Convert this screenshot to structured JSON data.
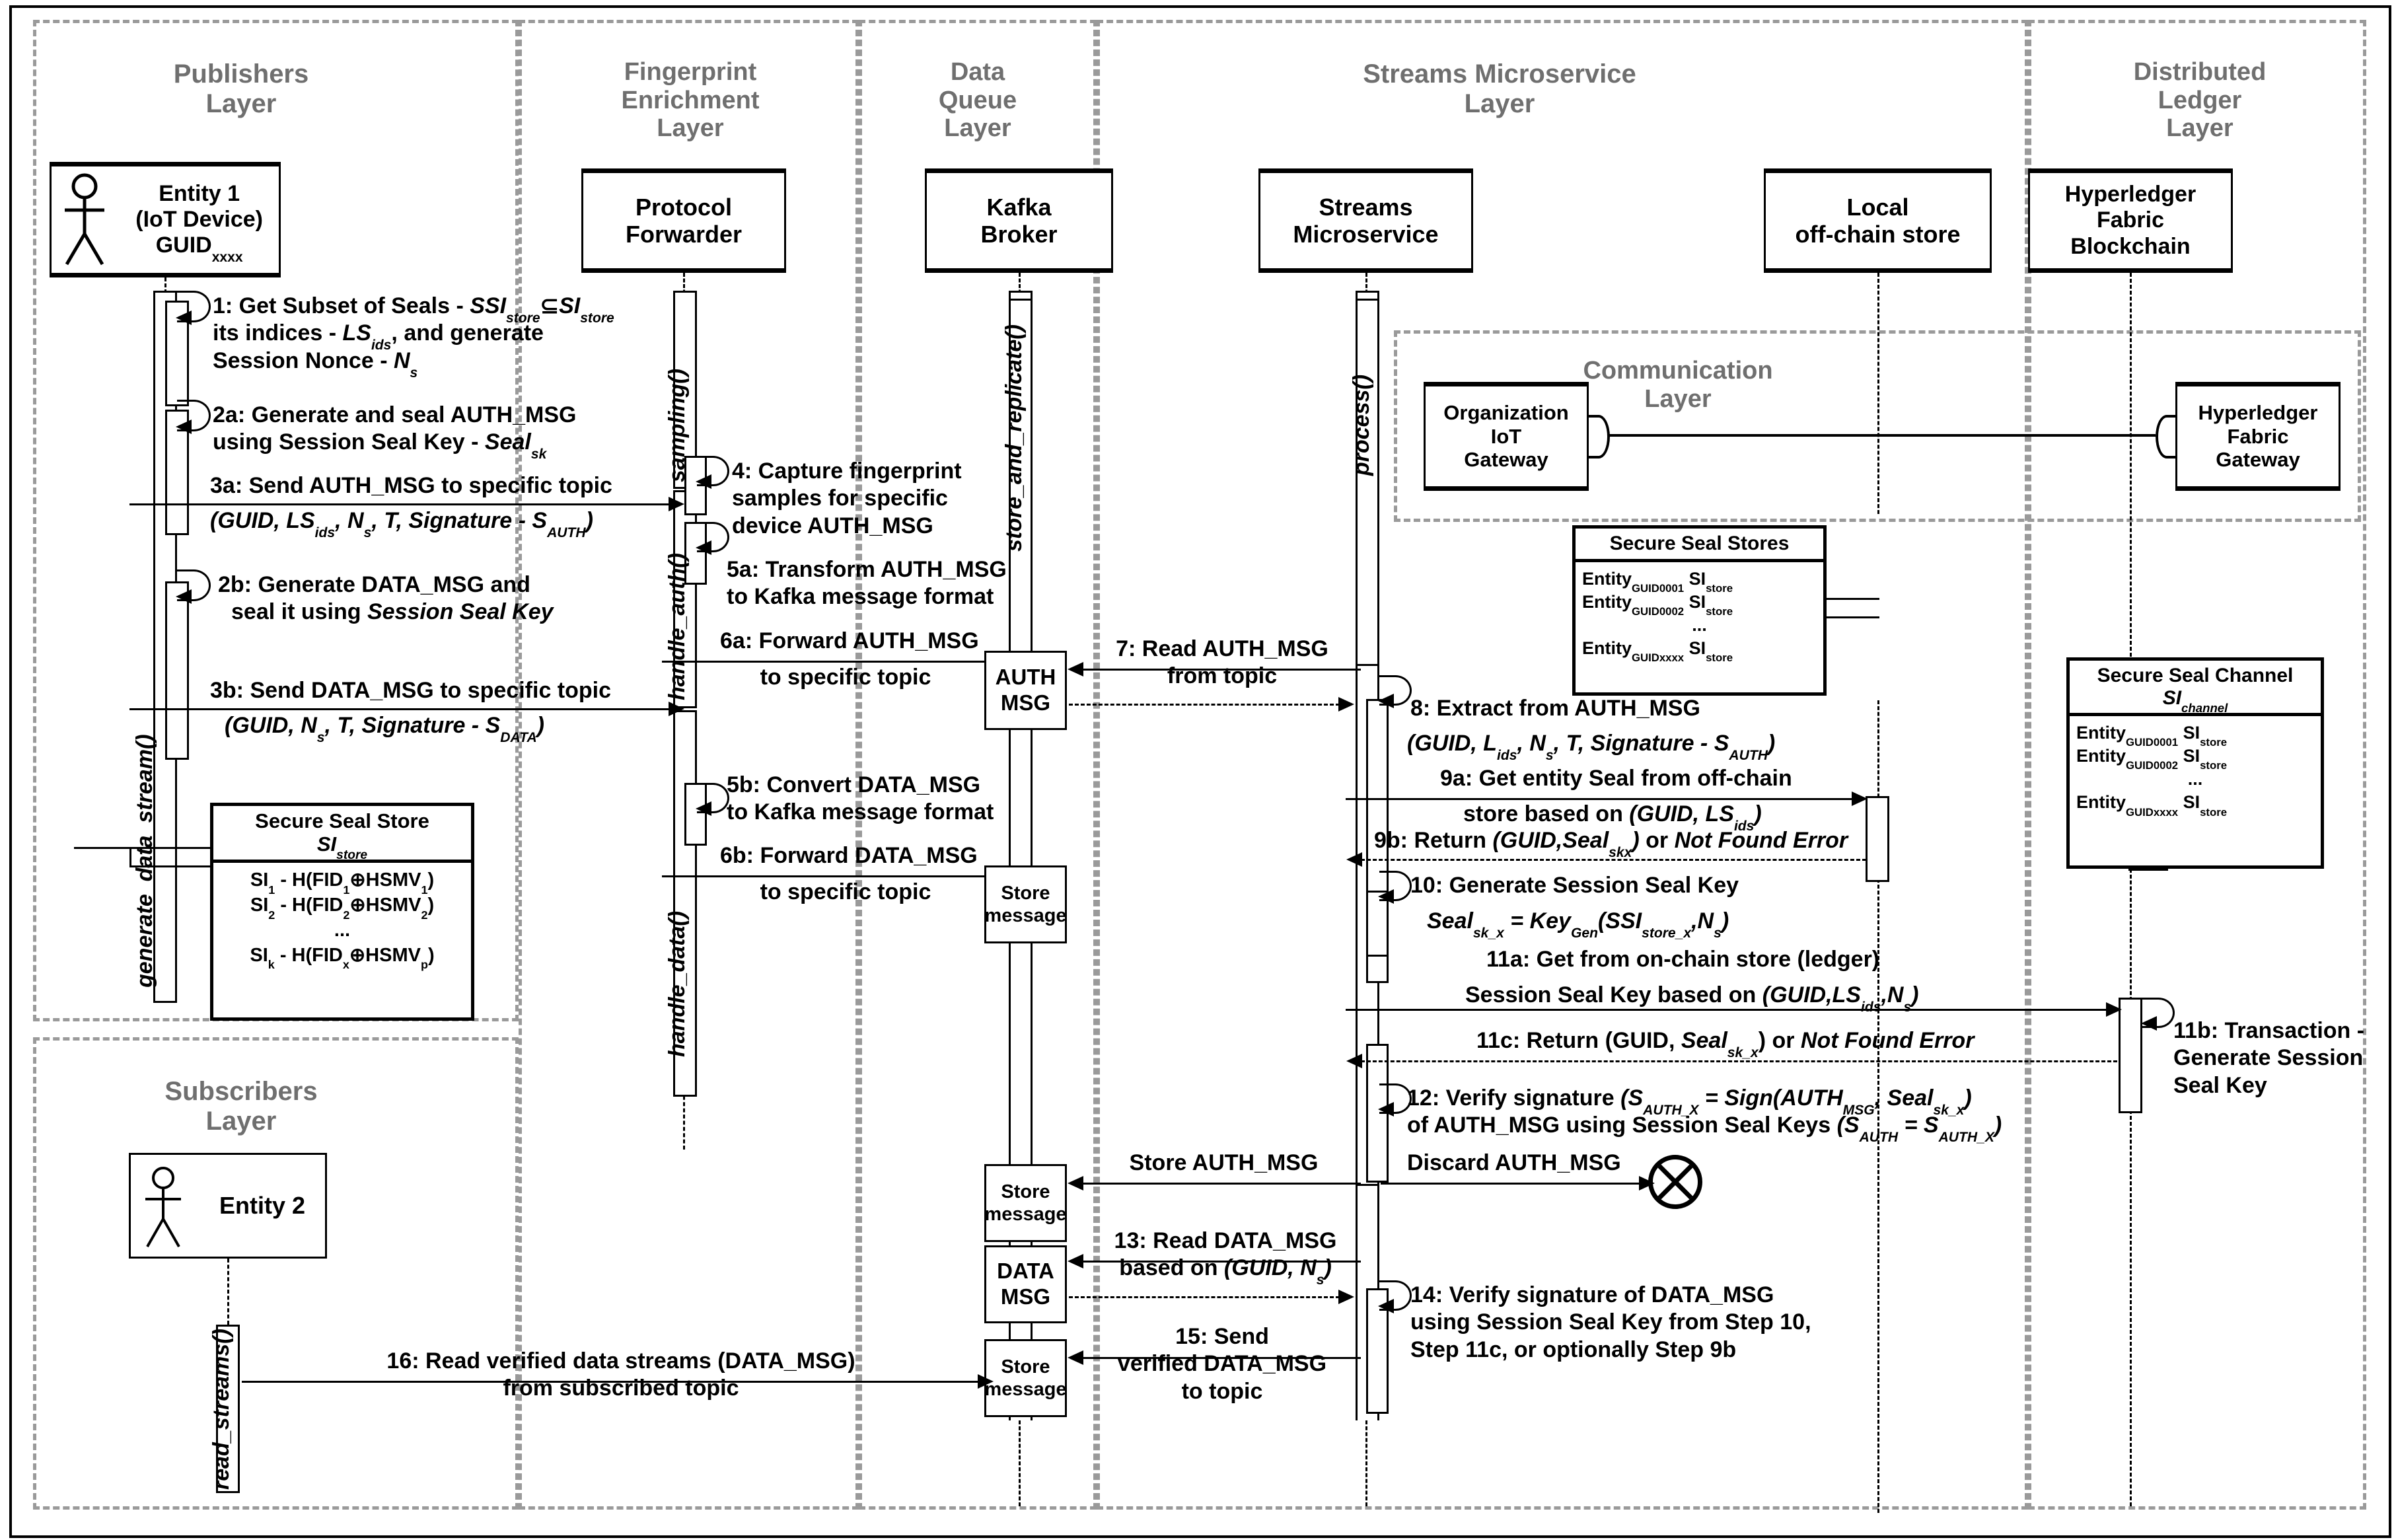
{
  "diagram": {
    "type": "uml-sequence-diagram",
    "title": "Blockchain-backed IoT data stream authentication sequence"
  },
  "layers": [
    {
      "id": "publishers",
      "title": "Publishers\nLayer"
    },
    {
      "id": "fingerprint",
      "title": "Fingerprint\nEnrichment\nLayer"
    },
    {
      "id": "dataqueue",
      "title": "Data\nQueue\nLayer"
    },
    {
      "id": "streams",
      "title": "Streams Microservice\nLayer"
    },
    {
      "id": "ledger",
      "title": "Distributed\nLedger\nLayer"
    },
    {
      "id": "subscribers",
      "title": "Subscribers\nLayer"
    },
    {
      "id": "communication",
      "title": "Communication\nLayer"
    }
  ],
  "layer_titles": {
    "publishers_l1": "Publishers",
    "publishers_l2": "Layer",
    "fingerprint_l1": "Fingerprint",
    "fingerprint_l2": "Enrichment",
    "fingerprint_l3": "Layer",
    "dataqueue_l1": "Data",
    "dataqueue_l2": "Queue",
    "dataqueue_l3": "Layer",
    "streams_l1": "Streams Microservice",
    "streams_l2": "Layer",
    "ledger_l1": "Distributed",
    "ledger_l2": "Ledger",
    "ledger_l3": "Layer",
    "subscribers_l1": "Subscribers",
    "subscribers_l2": "Layer",
    "communication_l1": "Communication",
    "communication_l2": "Layer"
  },
  "lifelines": [
    {
      "id": "entity1",
      "name_l1": "Entity 1",
      "name_l2": "(IoT Device)",
      "name_l3": "GUID",
      "name_l3_sub": "xxxx",
      "actor": true,
      "method": "generate_data_stream()"
    },
    {
      "id": "forwarder",
      "name_l1": "Protocol",
      "name_l2": "Forwarder",
      "actor": false,
      "methods": [
        "sampling()",
        "handle_auth()",
        "handle_data()"
      ]
    },
    {
      "id": "kafka",
      "name_l1": "Kafka",
      "name_l2": "Broker",
      "actor": false,
      "method": "store_and_replicate()"
    },
    {
      "id": "streams",
      "name_l1": "Streams",
      "name_l2": "Microservice",
      "actor": false,
      "method": "process()"
    },
    {
      "id": "offchain",
      "name_l1": "Local",
      "name_l2": "off-chain store",
      "actor": false
    },
    {
      "id": "fabric",
      "name_l1": "Hyperledger",
      "name_l2": "Fabric",
      "name_l3": "Blockchain",
      "actor": false
    },
    {
      "id": "entity2",
      "name_l1": "Entity 2",
      "actor": true,
      "method": "read_streams()"
    }
  ],
  "gateways": [
    {
      "id": "iot-gateway",
      "l1": "Organization",
      "l2": "IoT",
      "l3": "Gateway"
    },
    {
      "id": "fabric-gateway",
      "l1": "Hyperledger",
      "l2": "Fabric",
      "l3": "Gateway"
    }
  ],
  "messages": [
    {
      "num": "1",
      "kind": "self",
      "lines": [
        "1: Get Subset of Seals - SSI_store ⊆ SI_store",
        "its indices - LS_ids, and generate",
        "Session Nonce - N_s"
      ]
    },
    {
      "num": "2a",
      "kind": "self",
      "lines": [
        "2a: Generate and seal AUTH_MSG",
        "using Session Seal Key - Seal_sk"
      ]
    },
    {
      "num": "3a",
      "kind": "sync",
      "lines": [
        "3a: Send AUTH_MSG to specific topic",
        "(GUID, LS_ids, N_s, T, Signature - S_AUTH)"
      ]
    },
    {
      "num": "2b",
      "kind": "self",
      "lines": [
        "2b: Generate DATA_MSG and",
        "seal it using Session Seal Key"
      ]
    },
    {
      "num": "3b",
      "kind": "sync",
      "lines": [
        "3b: Send DATA_MSG to specific topic",
        "(GUID, N_s, T, Signature - S_DATA)"
      ]
    },
    {
      "num": "4",
      "kind": "self",
      "lines": [
        "4: Capture fingerprint",
        "samples for specific",
        "device AUTH_MSG"
      ]
    },
    {
      "num": "5a",
      "kind": "self",
      "lines": [
        "5a: Transform AUTH_MSG",
        "to Kafka message format"
      ]
    },
    {
      "num": "6a",
      "kind": "sync",
      "lines": [
        "6a: Forward AUTH_MSG",
        "to specific topic"
      ]
    },
    {
      "num": "5b",
      "kind": "self",
      "lines": [
        "5b: Convert DATA_MSG",
        "to Kafka message format"
      ]
    },
    {
      "num": "6b",
      "kind": "sync",
      "lines": [
        "6b: Forward DATA_MSG",
        "to specific topic"
      ]
    },
    {
      "num": "7",
      "kind": "sync",
      "lines": [
        "7: Read AUTH_MSG",
        "from topic"
      ]
    },
    {
      "num": "8",
      "kind": "self",
      "lines": [
        "8: Extract from AUTH_MSG",
        "(GUID, L_ids, N_s, T, Signature - S_AUTH)"
      ]
    },
    {
      "num": "9a",
      "kind": "sync",
      "lines": [
        "9a: Get entity Seal from off-chain",
        "store based on (GUID, LS_ids)"
      ]
    },
    {
      "num": "9b",
      "kind": "return",
      "lines": [
        "9b: Return (GUID,Seal_skx) or Not Found Error"
      ]
    },
    {
      "num": "10",
      "kind": "self",
      "lines": [
        "10: Generate Session Seal Key",
        "Seal_sk_x = Key_Gen(SSI_store_x, N_s)"
      ]
    },
    {
      "num": "11a",
      "kind": "sync",
      "lines": [
        "11a: Get from on-chain store (ledger)",
        "Session Seal Key based on (GUID,LS_ids,N_s)"
      ]
    },
    {
      "num": "11b",
      "kind": "self",
      "lines": [
        "11b: Transaction -",
        "Generate Session",
        "Seal Key"
      ]
    },
    {
      "num": "11c",
      "kind": "return",
      "lines": [
        "11c: Return (GUID, Seal_sk_x) or Not Found Error"
      ]
    },
    {
      "num": "12",
      "kind": "self",
      "lines": [
        "12: Verify signature (S_AUTH_X = Sign(AUTH_MSG, Seal_sk_x)",
        "of AUTH_MSG using Session Seal Keys (S_AUTH = S_AUTH_X)"
      ]
    },
    {
      "num": "",
      "kind": "sync",
      "lines": [
        "Store AUTH_MSG"
      ]
    },
    {
      "num": "",
      "kind": "destroy",
      "lines": [
        "Discard AUTH_MSG"
      ]
    },
    {
      "num": "13",
      "kind": "sync",
      "lines": [
        "13: Read DATA_MSG",
        "based on (GUID, N_s)"
      ]
    },
    {
      "num": "14",
      "kind": "self",
      "lines": [
        "14: Verify signature of DATA_MSG",
        "using Session Seal Key from Step 10,",
        "Step 11c, or optionally Step 9b"
      ]
    },
    {
      "num": "15",
      "kind": "sync",
      "lines": [
        "15: Send",
        "verified DATA_MSG",
        "to topic"
      ]
    },
    {
      "num": "16",
      "kind": "sync",
      "lines": [
        "16: Read verified data streams (DATA_MSG)",
        "from subscribed topic"
      ]
    }
  ],
  "msg_text": {
    "m1_a": "1: Get Subset of Seals - ",
    "m1_ssi": "SSI",
    "m1_ssi_sub": "store",
    "m1_subset": "⊆",
    "m1_si": "SI",
    "m1_si_sub": "store",
    "m1_b_pre": "its indices - ",
    "m1_ls": "LS",
    "m1_ls_sub": "ids",
    "m1_b_post": ", and generate",
    "m1_c_pre": "Session Nonce - ",
    "m1_n": "N",
    "m1_n_sub": "s",
    "m2a_a": "2a: Generate and seal AUTH_MSG",
    "m2a_b_pre": "using Session Seal Key - ",
    "m2a_seal": "Seal",
    "m2a_seal_sub": "sk",
    "m3a_a": "3a: Send AUTH_MSG to specific topic",
    "m3a_b": "(GUID, LS",
    "m3a_b2": "ids",
    "m3a_b3": ", N",
    "m3a_b4": "s",
    "m3a_b5": ", T, Signature - S",
    "m3a_b6": "AUTH",
    "m3a_b7": ")",
    "m2b_a": "2b: Generate DATA_MSG and",
    "m2b_b_pre": "seal it using ",
    "m2b_b_it": "Session Seal Key",
    "m3b_a": "3b: Send DATA_MSG to specific topic",
    "m3b_b": "(GUID, N",
    "m3b_b2": "s",
    "m3b_b3": ", T, Signature - S",
    "m3b_b4": "DATA",
    "m3b_b5": ")",
    "m4_a": "4: Capture fingerprint",
    "m4_b": "samples for specific",
    "m4_c": "device AUTH_MSG",
    "m5a_a": "5a: Transform AUTH_MSG",
    "m5a_b": "to Kafka message format",
    "m6a_a": "6a: Forward AUTH_MSG",
    "m6a_b": "to specific topic",
    "m5b_a": "5b: Convert DATA_MSG",
    "m5b_b": "to Kafka message format",
    "m6b_a": "6b: Forward DATA_MSG",
    "m6b_b": "to specific topic",
    "m7_a": "7: Read AUTH_MSG",
    "m7_b": "from topic",
    "m8_a": "8: Extract from AUTH_MSG",
    "m8_b1": "(GUID, L",
    "m8_b2": "ids",
    "m8_b3": ", N",
    "m8_b4": "s",
    "m8_b5": ", T, Signature - S",
    "m8_b6": "AUTH",
    "m8_b7": ")",
    "m9a_a": "9a: Get entity Seal from off-chain",
    "m9a_b1": "store based on ",
    "m9a_b2": "(GUID, LS",
    "m9a_b3": "ids",
    "m9a_b4": ")",
    "m9b_1": "9b: Return ",
    "m9b_2": "(GUID,Seal",
    "m9b_3": "skx",
    "m9b_4": ")",
    "m9b_5": " or ",
    "m9b_6": "Not Found Error",
    "m10_a": "10: Generate Session Seal Key",
    "m10_b1": "Seal",
    "m10_b2": "sk_x",
    "m10_b3": " = Key",
    "m10_b4": "Gen",
    "m10_b5": "(SSI",
    "m10_b6": "store_x",
    "m10_b7": ",N",
    "m10_b8": "s",
    "m10_b9": ")",
    "m11a_a": "11a: Get from on-chain store (ledger)",
    "m11a_b1": "Session Seal Key based on ",
    "m11a_b2": "(GUID,LS",
    "m11a_b3": "ids",
    "m11a_b4": ",N",
    "m11a_b5": "s",
    "m11a_b6": ")",
    "m11b_a": "11b: Transaction -",
    "m11b_b": "Generate Session",
    "m11b_c": "Seal Key",
    "m11c_1": "11c: Return (GUID, ",
    "m11c_2": "Seal",
    "m11c_3": "sk_x",
    "m11c_4": ") or ",
    "m11c_5": "Not Found Error",
    "m12_a1": "12: Verify signature ",
    "m12_a2": "(S",
    "m12_a3": "AUTH_X",
    "m12_a4": " = Sign(AUTH",
    "m12_a5": "MSG",
    "m12_a6": ", Seal",
    "m12_a7": "sk_x",
    "m12_a8": ")",
    "m12_b1": "of AUTH_MSG using Session Seal Keys ",
    "m12_b2": "(S",
    "m12_b3": "AUTH",
    "m12_b4": " = S",
    "m12_b5": "AUTH_X",
    "m12_b6": ")",
    "m_store_auth": "Store AUTH_MSG",
    "m_discard": "Discard AUTH_MSG",
    "m13_a": "13: Read DATA_MSG",
    "m13_b1": "based on ",
    "m13_b2": "(GUID, N",
    "m13_b3": "s",
    "m13_b4": ")",
    "m14_a": "14: Verify signature of DATA_MSG",
    "m14_b": "using Session Seal Key from Step 10,",
    "m14_c": "Step 11c, or optionally Step 9b",
    "m15_a": "15: Send",
    "m15_b": "verified DATA_MSG",
    "m15_c": "to topic",
    "m16_a": "16: Read verified data streams (DATA_MSG)",
    "m16_b": "from subscribed topic"
  },
  "notes": {
    "secure_seal_store": {
      "title_l1": "Secure Seal Store",
      "title_l2": "SI",
      "title_l2_sub": "store",
      "rows": [
        {
          "a": "SI",
          "a_sub": "1",
          "mid": " - H(FID",
          "b_sub": "1",
          "op": "⊕",
          "c": "HSMV",
          "c_sub": "1",
          "close": ")"
        },
        {
          "a": "SI",
          "a_sub": "2",
          "mid": " - H(FID",
          "b_sub": "2",
          "op": "⊕",
          "c": "HSMV",
          "c_sub": "2",
          "close": ")"
        },
        {
          "ellipsis": "..."
        },
        {
          "a": "SI",
          "a_sub": "k",
          "mid": " - H(FID",
          "b_sub": "x",
          "op": "⊕",
          "c": "HSMV",
          "c_sub": "p",
          "close": ")"
        }
      ]
    },
    "secure_seal_stores": {
      "title_l1": "Secure Seal Stores",
      "rows": [
        {
          "a": "Entity",
          "a_sub": "GUID0001",
          "b": "SI",
          "b_sub": "store"
        },
        {
          "a": "Entity",
          "a_sub": "GUID0002",
          "b": "SI",
          "b_sub": "store"
        },
        {
          "ellipsis": "..."
        },
        {
          "a": "Entity",
          "a_sub": "GUIDxxxx",
          "b": "SI",
          "b_sub": "store"
        }
      ]
    },
    "secure_seal_channel": {
      "title_l1": "Secure Seal Channel",
      "title_l2": "SI",
      "title_l2_sub": "channel",
      "rows": [
        {
          "a": "Entity",
          "a_sub": "GUID0001",
          "b": "SI",
          "b_sub": "store"
        },
        {
          "a": "Entity",
          "a_sub": "GUID0002",
          "b": "SI",
          "b_sub": "store"
        },
        {
          "ellipsis": "..."
        },
        {
          "a": "Entity",
          "a_sub": "GUIDxxxx",
          "b": "SI",
          "b_sub": "store"
        }
      ]
    }
  },
  "kafka_boxes": [
    {
      "id": "auth-msg",
      "l1": "AUTH",
      "l2": "MSG"
    },
    {
      "id": "store-msg-1",
      "l1": "Store",
      "l2": "message"
    },
    {
      "id": "store-msg-2",
      "l1": "Store",
      "l2": "message"
    },
    {
      "id": "data-msg",
      "l1": "DATA",
      "l2": "MSG"
    },
    {
      "id": "store-msg-3",
      "l1": "Store",
      "l2": "message"
    }
  ],
  "colors": {
    "stroke": "#000000",
    "layer_border": "#9a9a9a",
    "layer_title": "#6f6f6f",
    "background": "#ffffff"
  }
}
